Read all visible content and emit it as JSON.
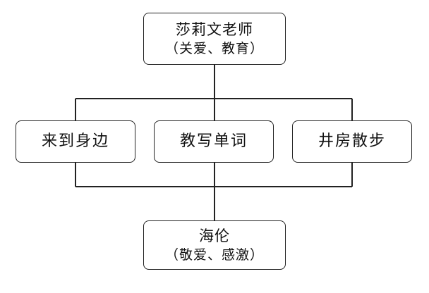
{
  "diagram": {
    "top_node": {
      "title": "莎莉文老师",
      "subtitle": "（关爱、教育）"
    },
    "middle_nodes": [
      {
        "label": "来到身边"
      },
      {
        "label": "教写单词"
      },
      {
        "label": "井房散步"
      }
    ],
    "bottom_node": {
      "title": "海伦",
      "subtitle": "（敬爱、感激）"
    },
    "colors": {
      "line": "#222222",
      "border": "#222222",
      "background": "#ffffff",
      "text": "#111111"
    }
  }
}
